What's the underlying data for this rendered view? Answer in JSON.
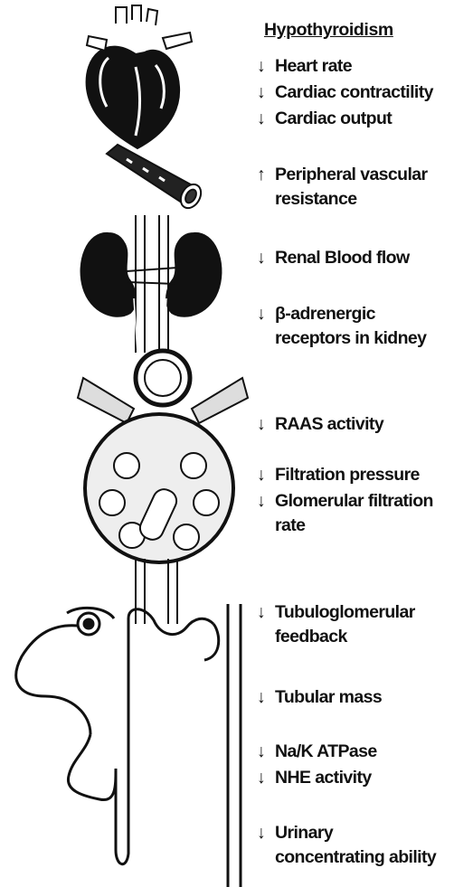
{
  "title": "Hypothyroidism",
  "symbols": {
    "down": "↓",
    "up": "↑"
  },
  "items": [
    {
      "arrow": "↓",
      "lines": [
        "Heart rate"
      ]
    },
    {
      "arrow": "↓",
      "lines": [
        "Cardiac contractility"
      ]
    },
    {
      "arrow": "↓",
      "lines": [
        "Cardiac output"
      ]
    },
    {
      "arrow": "↑",
      "lines": [
        "Peripheral vascular",
        "resistance"
      ]
    },
    {
      "arrow": "↓",
      "lines": [
        "Renal Blood flow"
      ]
    },
    {
      "arrow": "↓",
      "lines": [
        "β-adrenergic",
        "receptors in kidney"
      ]
    },
    {
      "arrow": "↓",
      "lines": [
        "RAAS activity"
      ]
    },
    {
      "arrow": "↓",
      "lines": [
        "Filtration pressure"
      ]
    },
    {
      "arrow": "↓",
      "lines": [
        "Glomerular filtration",
        "rate"
      ]
    },
    {
      "arrow": "↓",
      "lines": [
        "Tubuloglomerular",
        "feedback"
      ]
    },
    {
      "arrow": "↓",
      "lines": [
        "Tubular mass"
      ]
    },
    {
      "arrow": "↓",
      "lines": [
        "Na/K ATPase"
      ]
    },
    {
      "arrow": "↓",
      "lines": [
        "NHE activity"
      ]
    },
    {
      "arrow": "↓",
      "lines": [
        "Urinary",
        "concentrating ability"
      ]
    }
  ],
  "colors": {
    "ink": "#111111",
    "paper": "#ffffff"
  }
}
